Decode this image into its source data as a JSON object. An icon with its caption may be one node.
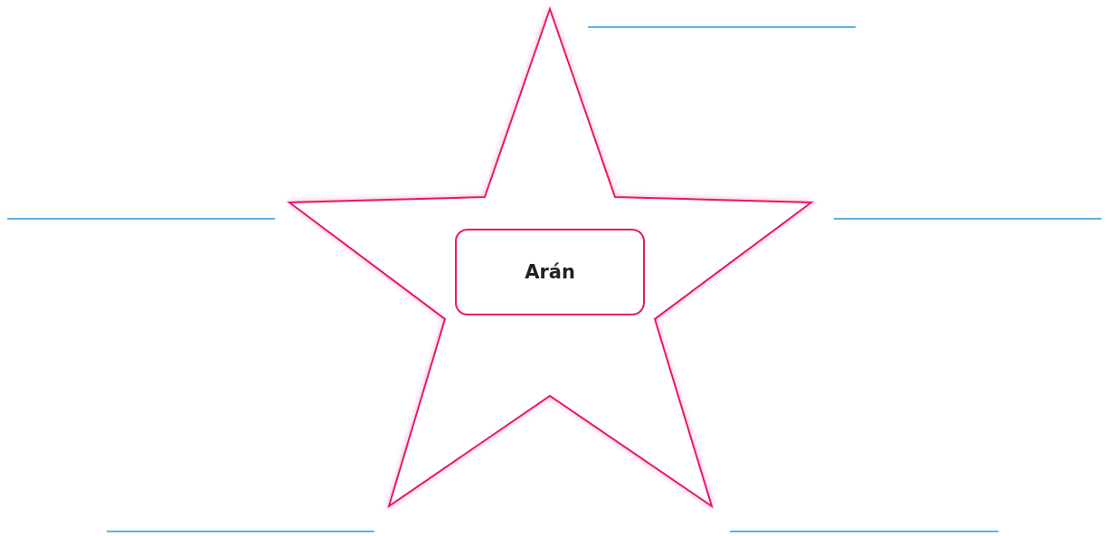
{
  "diagram": {
    "nodes": [
      {
        "text": [],
        "shape": "star"
      },
      {
        "text": [
          "Arán"
        ],
        "in": 0
      }
    ],
    "edges": []
  }
}
